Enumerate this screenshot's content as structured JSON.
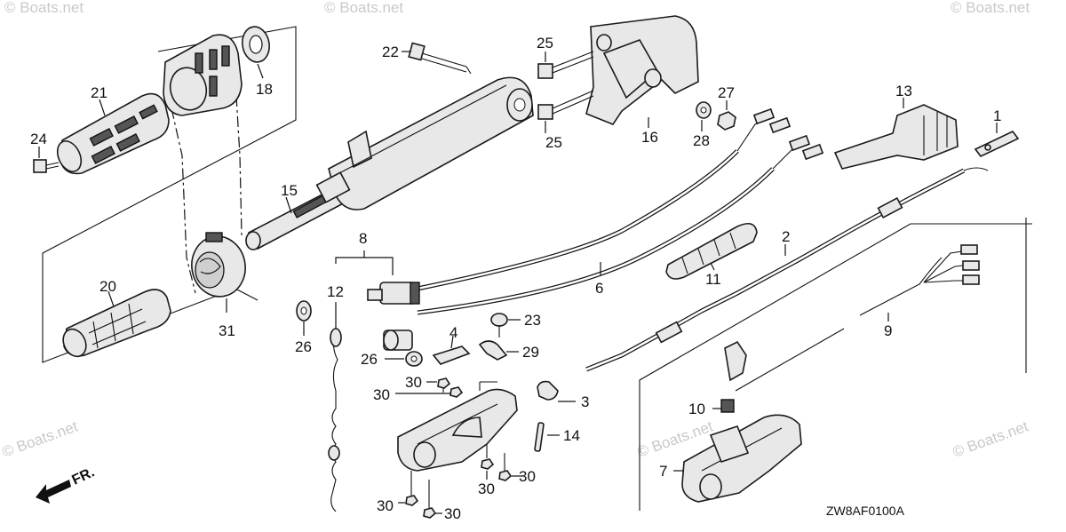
{
  "watermark": "© Boats.net",
  "diagram_code": "ZW8AF0100A",
  "direction_label": "FR.",
  "callouts": {
    "p1": "1",
    "p2": "2",
    "p3": "3",
    "p4": "4",
    "p6": "6",
    "p7": "7",
    "p8": "8",
    "p9": "9",
    "p10": "10",
    "p11": "11",
    "p12": "12",
    "p13": "13",
    "p14": "14",
    "p15": "15",
    "p16": "16",
    "p18": "18",
    "p20": "20",
    "p21": "21",
    "p22": "22",
    "p23": "23",
    "p24": "24",
    "p25a": "25",
    "p25b": "25",
    "p26a": "26",
    "p26b": "26",
    "p27": "27",
    "p28": "28",
    "p29": "29",
    "p30a": "30",
    "p30b": "30",
    "p30c": "30",
    "p30d": "30",
    "p30e": "30",
    "p31": "31"
  }
}
